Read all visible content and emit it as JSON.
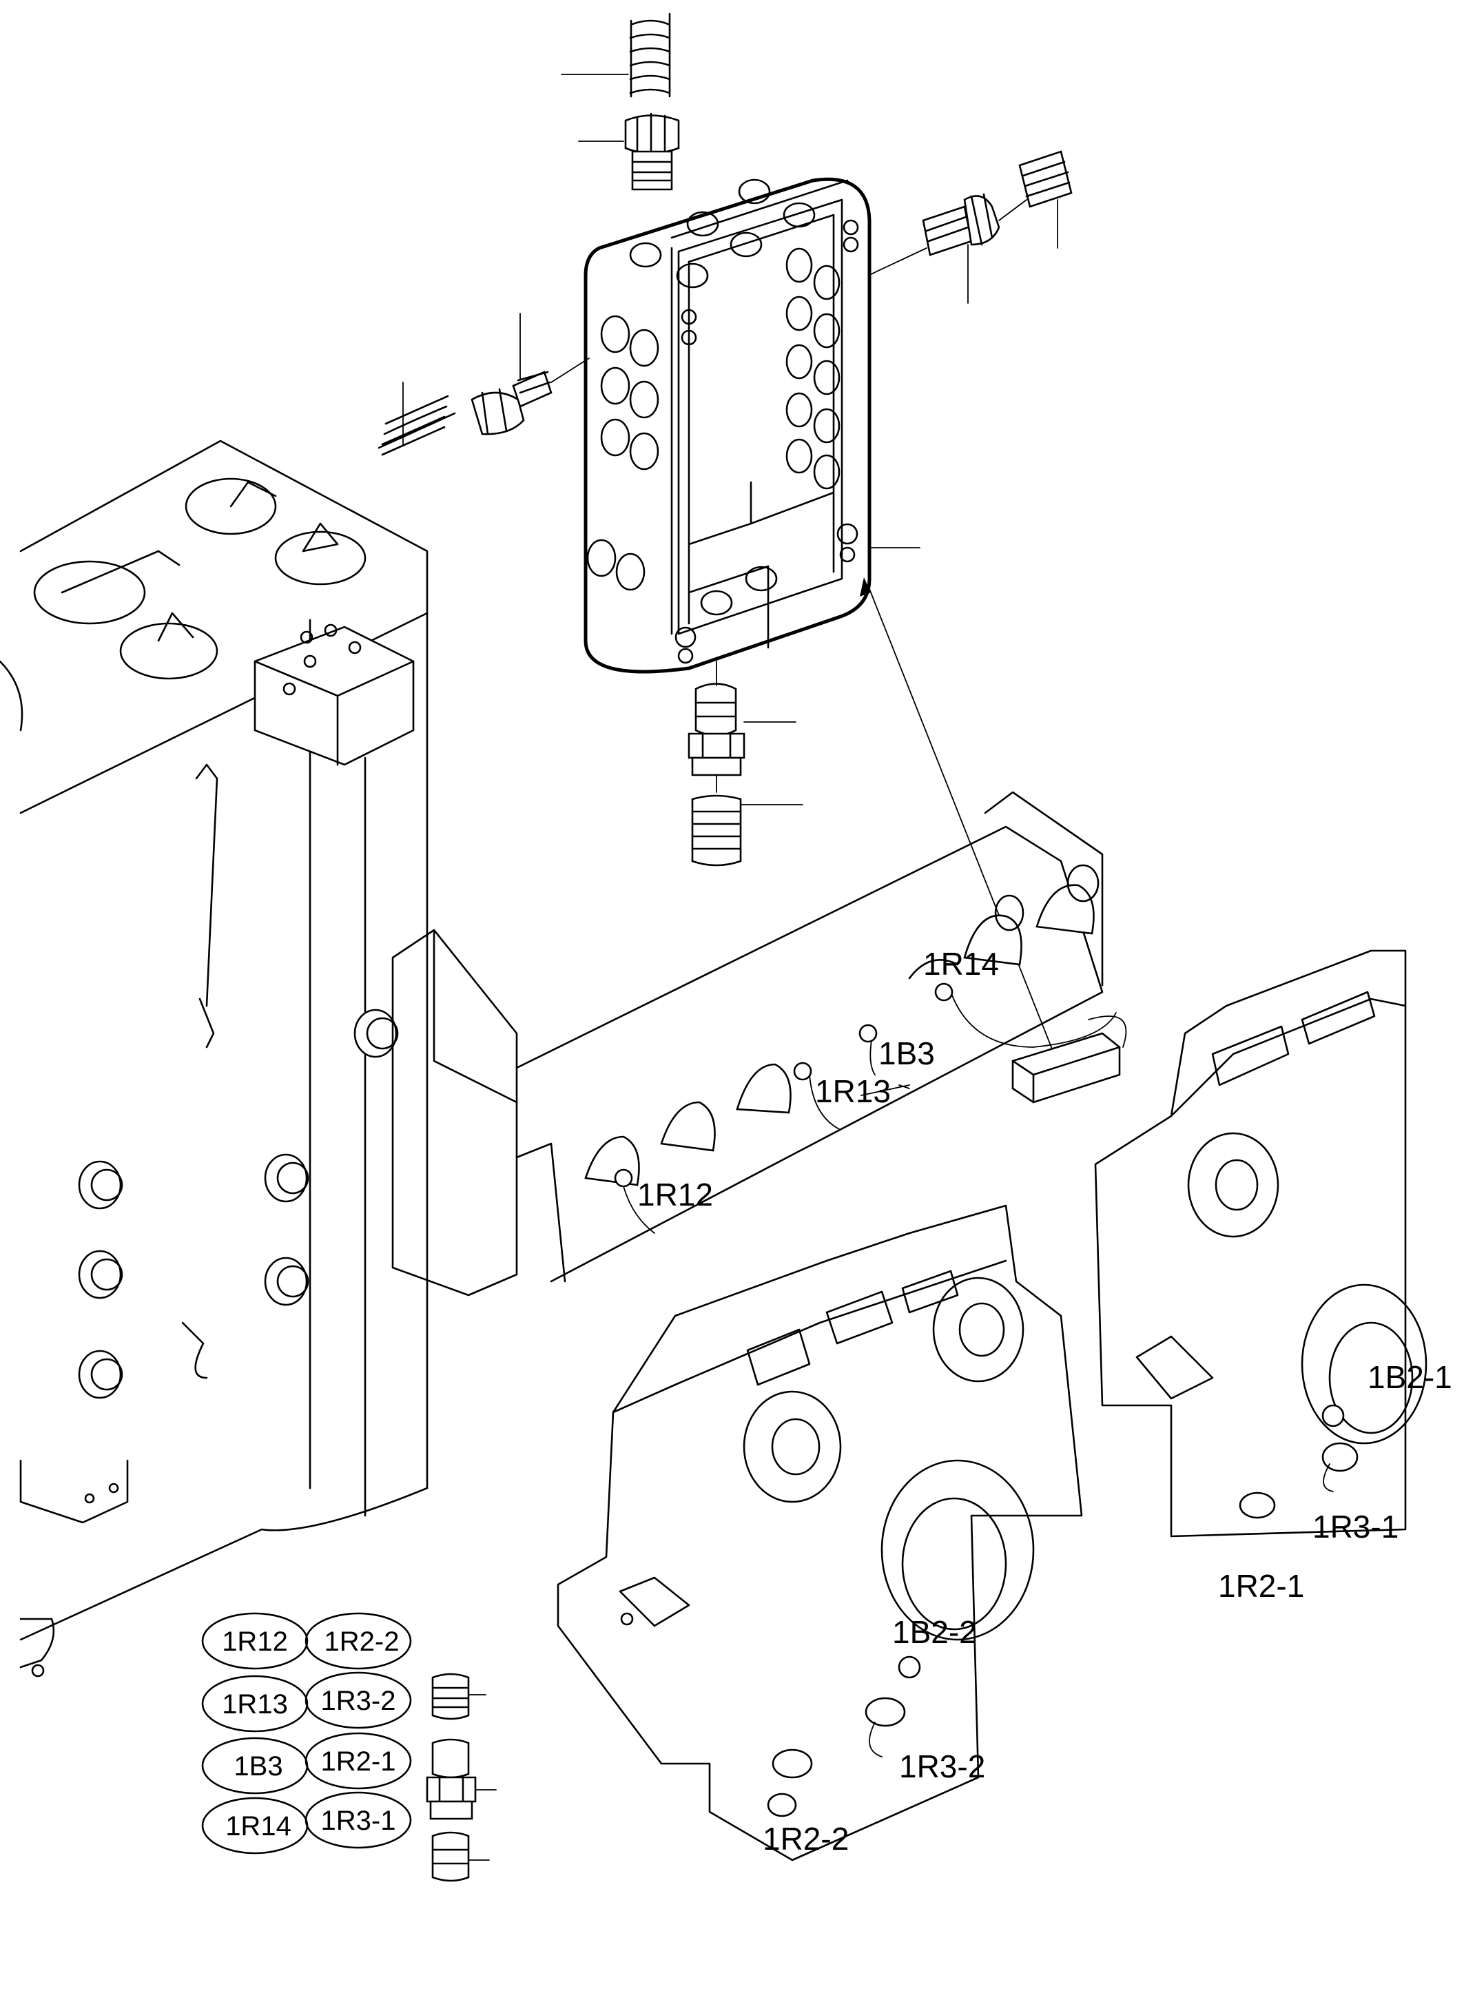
{
  "labels": {
    "r14": "1R14",
    "b3": "1B3",
    "r13": "1R13",
    "r12": "1R12",
    "b2_1": "1B2-1",
    "r3_1": "1R3-1",
    "r2_1": "1R2-1",
    "b2_2": "1B2-2",
    "r3_2": "1R3-2",
    "r2_2": "1R2-2"
  },
  "legend": [
    {
      "left": "1R12",
      "right": "1R2-2"
    },
    {
      "left": "1R13",
      "right": "1R3-2"
    },
    {
      "left": "1B3",
      "right": "1R2-1"
    },
    {
      "left": "1R14",
      "right": "1R3-1"
    }
  ]
}
